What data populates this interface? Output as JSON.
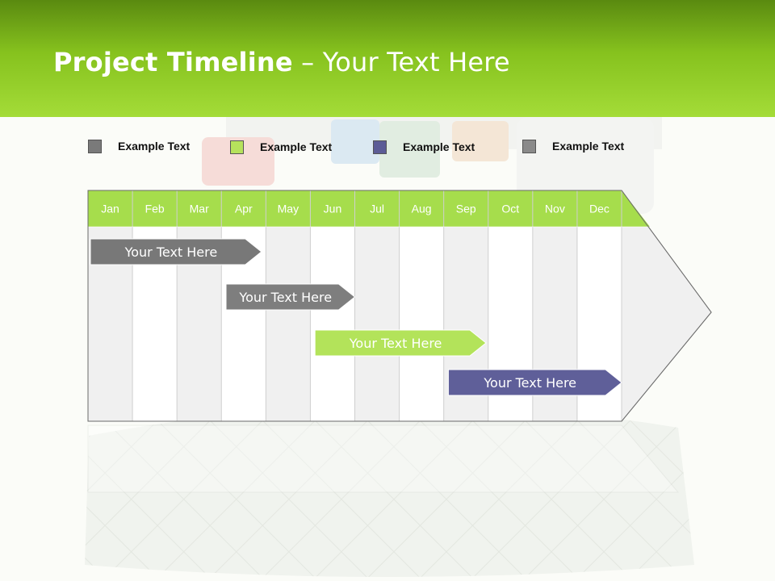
{
  "header": {
    "title_bold": "Project Timeline",
    "title_rest": " – Your Text Here"
  },
  "legend": [
    {
      "label": "Example Text",
      "color": "#7a7a7a"
    },
    {
      "label": "Example Text",
      "color": "#b6e25c"
    },
    {
      "label": "Example Text",
      "color": "#5c5c96"
    },
    {
      "label": "Example Text",
      "color": "#8a8a8a"
    }
  ],
  "months": [
    "Jan",
    "Feb",
    "Mar",
    "Apr",
    "May",
    "Jun",
    "Jul",
    "Aug",
    "Sep",
    "Oct",
    "Nov",
    "Dec"
  ],
  "colors": {
    "accent": "#a6dd4c",
    "grid_line": "#cfcfcf",
    "shaded_column": "#f0f0f0",
    "bar_gray": "#787878",
    "bar_gray2": "#7e7e7e",
    "bar_green": "#b3e35a",
    "bar_purple": "#5f5f99"
  },
  "tasks": [
    {
      "label": "Your  Text Here",
      "start": 1,
      "end": 4.9,
      "color": "#787878"
    },
    {
      "label": "Your  Text Here",
      "start": 4.05,
      "end": 7.0,
      "color": "#7e7e7e"
    },
    {
      "label": "Your  Text Here",
      "start": 6.05,
      "end": 9.95,
      "color": "#b3e35a"
    },
    {
      "label": "Your  Text Here",
      "start": 9.05,
      "end": 13.0,
      "color": "#5f5f99"
    }
  ]
}
